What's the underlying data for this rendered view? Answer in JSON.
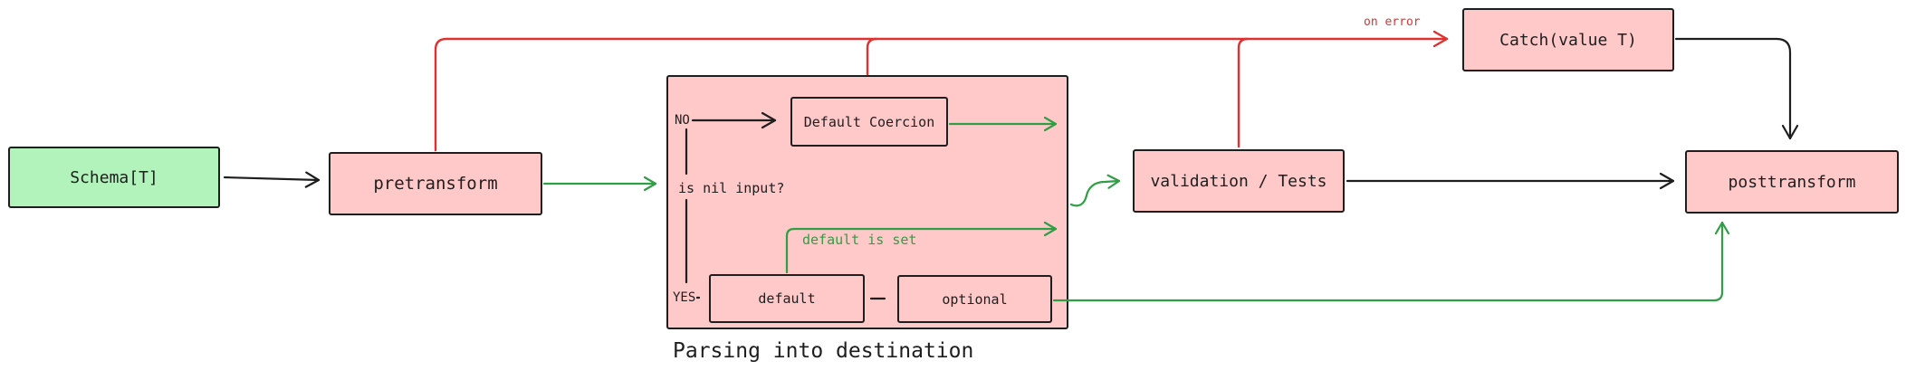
{
  "diagram": {
    "caption": "Parsing into destination",
    "colors": {
      "node_pink": "#ffc9c9",
      "node_green": "#b2f2bb",
      "arrow_red": "#e03131",
      "arrow_green": "#2f9e44",
      "stroke": "#1e1e1e",
      "background": "#ffffff"
    },
    "nodes": {
      "schema": {
        "label": "Schema[T]"
      },
      "pretransform": {
        "label": "pretransform"
      },
      "default_coercion": {
        "label": "Default Coercion"
      },
      "default": {
        "label": "default"
      },
      "optional": {
        "label": "optional"
      },
      "validation": {
        "label": "validation / Tests"
      },
      "catch": {
        "label": "Catch(value T)"
      },
      "posttransform": {
        "label": "posttransform"
      }
    },
    "labels": {
      "no": "NO",
      "yes": "YES",
      "is_nil_input": "is nil input?",
      "default_is_set": "default is set",
      "on_error": "on error"
    }
  }
}
